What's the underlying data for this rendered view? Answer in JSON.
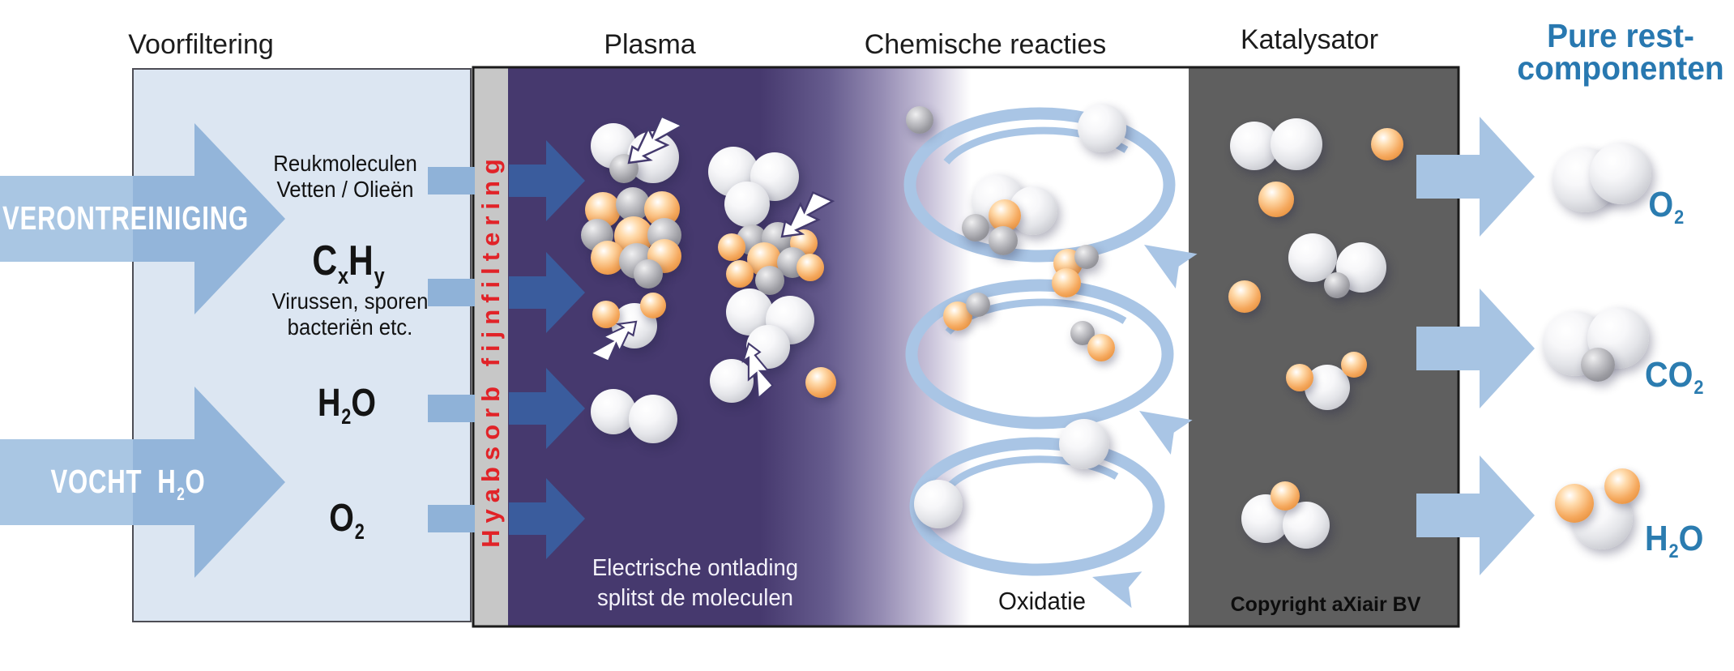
{
  "header": {
    "stage1": "Voorfiltering",
    "stage2": "Plasma",
    "stage3": "Chemische reacties",
    "stage4": "Katalysator",
    "result_line1": "Pure rest-",
    "result_line2": "componenten"
  },
  "left_inputs": {
    "contamination": "VERONTREINIGING",
    "moisture_label": "VOCHT",
    "moisture_formula": {
      "base1": "H",
      "sub1": "2",
      "base2": "O"
    }
  },
  "prefilter_panel": {
    "item1_line1": "Reukmoleculen",
    "item1_line2": "Vetten / Olieën",
    "item2_formula": {
      "base1": "C",
      "sub1": "x",
      "base2": "H",
      "sub2": "y"
    },
    "item2_line1": "Virussen, sporen",
    "item2_line2": "bacteriën etc.",
    "item3_formula": {
      "base1": "H",
      "sub1": "2",
      "base2": "O"
    },
    "item4_formula": {
      "base1": "O",
      "sub1": "2"
    }
  },
  "filter_strip": {
    "label": "Hyabsorb fijnfiltering"
  },
  "plasma_panel": {
    "caption_line1": "Electrische ontlading",
    "caption_line2": "splitst de moleculen"
  },
  "reaction_panel": {
    "caption": "Oxidatie"
  },
  "catalyst_panel": {
    "copyright": "Copyright aXiair BV"
  },
  "outputs": {
    "o2": {
      "base1": "O",
      "sub1": "2"
    },
    "co2": {
      "base1": "CO",
      "sub1": "2"
    },
    "h2o": {
      "base1": "H",
      "sub1": "2",
      "base2": "O"
    }
  },
  "colors": {
    "prefilter_panel_blue": "#dce6f2",
    "filter_strip_gray": "#c7c7c7",
    "strip_label_red": "#e12328",
    "plasma_purple": "#46396e",
    "catalyst_gray": "#5f5f5f",
    "flow_arrow_light_blue": "#a8c5e4",
    "flow_arrow_dark_blue": "#3a5c9d",
    "swirl_blue": "#a9c5e5",
    "result_text_blue": "#2878b0",
    "molecule_orange": "#f5a95e"
  }
}
